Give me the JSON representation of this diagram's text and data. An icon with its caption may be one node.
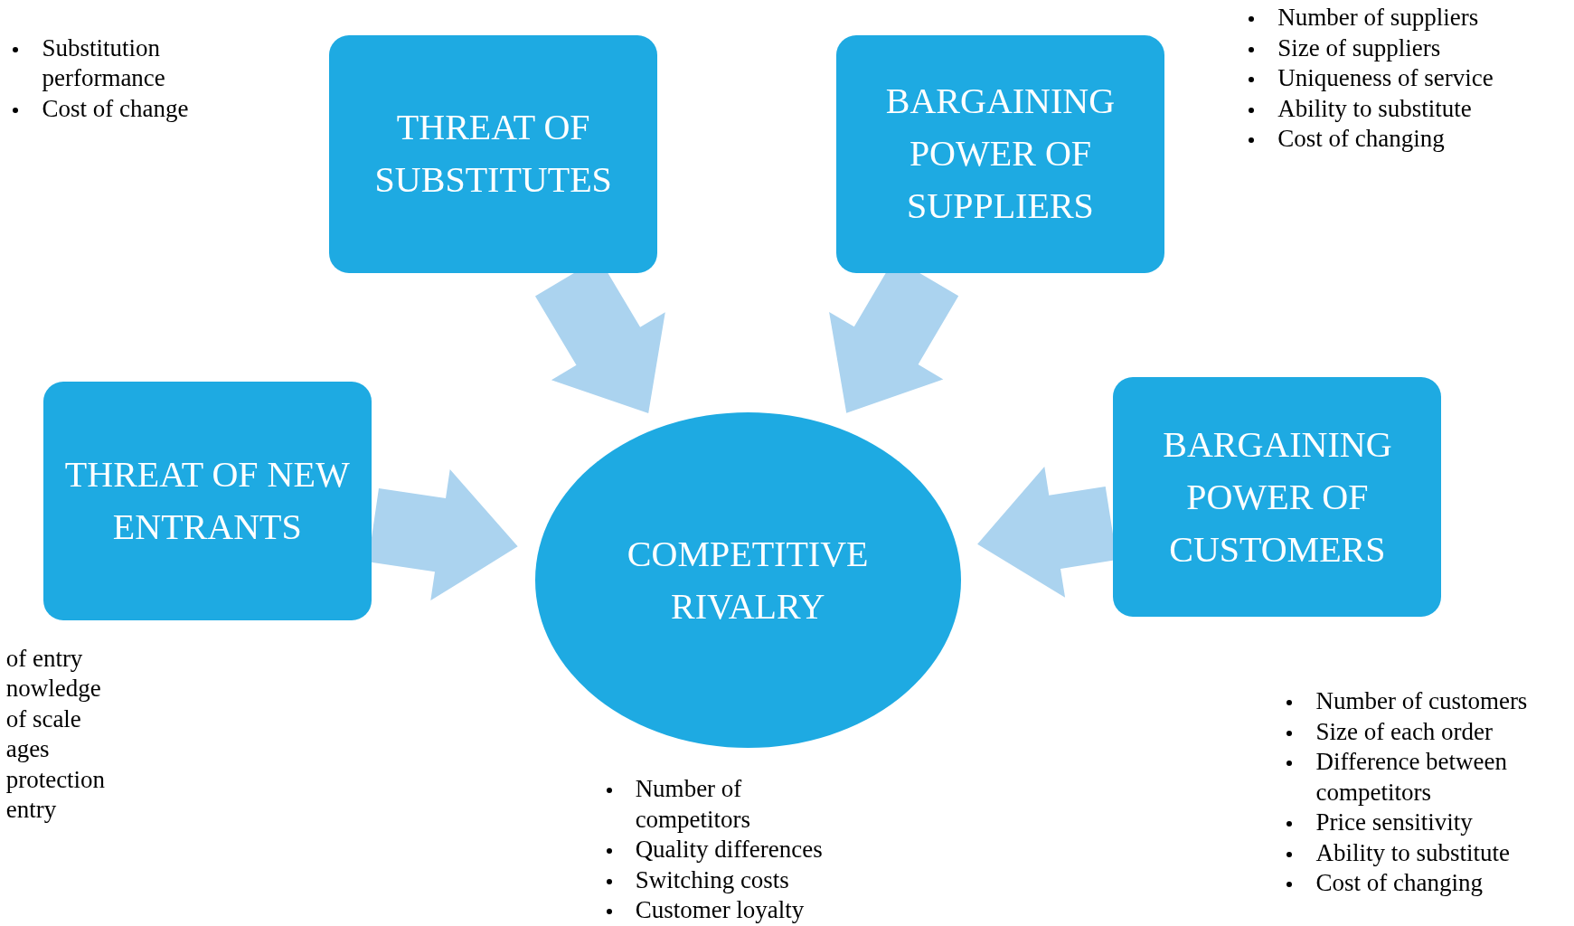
{
  "diagram": {
    "nodes": [
      {
        "text": [
          "THREAT OF SUBSTITUTES"
        ],
        "beside": [
          "Substitution performance",
          "Cost of change"
        ]
      },
      {
        "text": [
          "BARGAINING POWER OF SUPPLIERS"
        ],
        "beside": [
          "Number of suppliers",
          "Size of suppliers",
          "Uniqueness of service",
          "Ability to substitute",
          "Cost of changing"
        ]
      },
      {
        "text": [
          "THREAT OF NEW ENTRANTS"
        ],
        "beside": [
          "of entry",
          "nowledge",
          "of scale",
          "ages",
          "protection",
          "entry"
        ]
      },
      {
        "text": [
          "COMPETITIVE RIVALRY"
        ],
        "beside": [
          "Number of competitors",
          "Quality differences",
          "Switching costs",
          "Customer loyalty"
        ]
      },
      {
        "text": [
          "BARGAINING POWER OF CUSTOMERS"
        ],
        "beside": [
          "Number of customers",
          "Size of each order",
          "Difference between competitors",
          "Price sensitivity",
          "Ability to substitute",
          "Cost of changing"
        ]
      }
    ],
    "edges": [
      {
        "from": 0,
        "to": 3,
        "arrow": "to"
      },
      {
        "from": 1,
        "to": 3,
        "arrow": "to"
      },
      {
        "from": 2,
        "to": 3,
        "arrow": "to"
      },
      {
        "from": 4,
        "to": 3,
        "arrow": "to"
      }
    ]
  }
}
